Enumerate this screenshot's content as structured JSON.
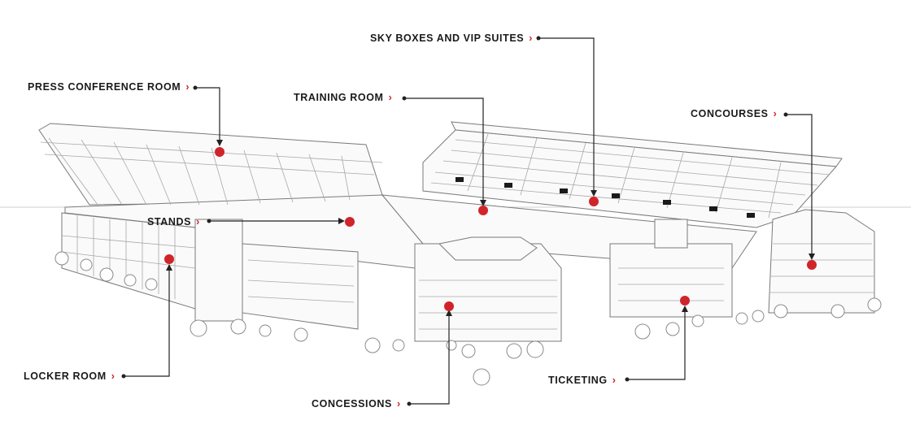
{
  "accent_color": "#d0242b",
  "line_color": "#222222",
  "chevron_glyph": "›",
  "labels": {
    "press_conference_room": "PRESS CONFERENCE ROOM",
    "sky_boxes_vip_suites": "SKY BOXES AND VIP SUITES",
    "training_room": "TRAINING ROOM",
    "concourses": "CONCOURSES",
    "stands": "STANDS",
    "locker_room": "LOCKER ROOM",
    "concessions": "CONCESSIONS",
    "ticketing": "TICKETING"
  }
}
